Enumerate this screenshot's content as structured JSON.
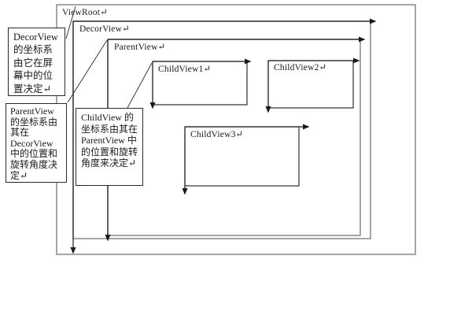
{
  "diagram": {
    "title_meaning": "Android view hierarchy coordinate systems",
    "views": {
      "viewroot": {
        "label": "ViewRoot↵"
      },
      "decorview": {
        "label": "DecorView↵"
      },
      "parentview": {
        "label": "ParentView↵"
      },
      "childview1": {
        "label": "ChildView1↵"
      },
      "childview2": {
        "label": "ChildView2↵"
      },
      "childview3": {
        "label": "ChildView3↵"
      }
    },
    "annotations": {
      "decorview_note": {
        "text": "DecorView\n的坐标系\n由它在屏\n幕中的位\n置决定↵"
      },
      "parentview_note": {
        "text": "ParentView\n的坐标系由\n其在\nDecorView\n中的位置和\n旋转角度决\n定↵"
      },
      "childview_note": {
        "text": "ChildView 的\n坐标系由其在\nParentView 中\n的位置和旋转\n角度来决定↵"
      }
    },
    "colors": {
      "container_border": "#808080",
      "axis": "#1a1a1a",
      "note_border": "#2b2b2b",
      "background": "#ffffff"
    }
  }
}
